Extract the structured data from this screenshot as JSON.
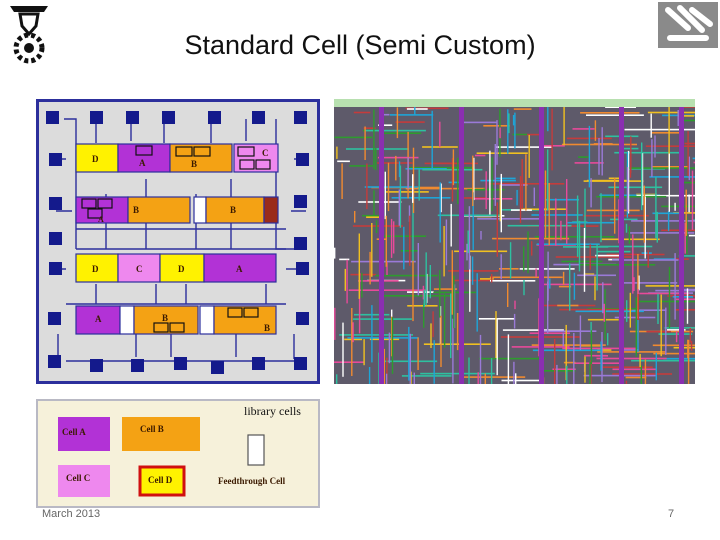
{
  "slide": {
    "title": "Standard Cell (Semi Custom)",
    "date": "March 2013",
    "page_number": "7"
  },
  "diagram": {
    "row1": [
      "D",
      "A",
      "B",
      "C"
    ],
    "row2": [
      "A",
      "B",
      "B"
    ],
    "row3": [
      "D",
      "C",
      "D",
      "A"
    ],
    "row4": [
      "A",
      "B",
      "B"
    ]
  },
  "library": {
    "title": "library cells",
    "cell_a": "Cell A",
    "cell_b": "Cell B",
    "cell_c": "Cell C",
    "cell_d": "Cell D",
    "feedthrough": "Feedthrough Cell"
  },
  "colors": {
    "cell_a": "#b232d6",
    "cell_b": "#f4a214",
    "cell_c": "#ee88ee",
    "cell_d": "#fff200",
    "outline": "#2c2f9c"
  }
}
